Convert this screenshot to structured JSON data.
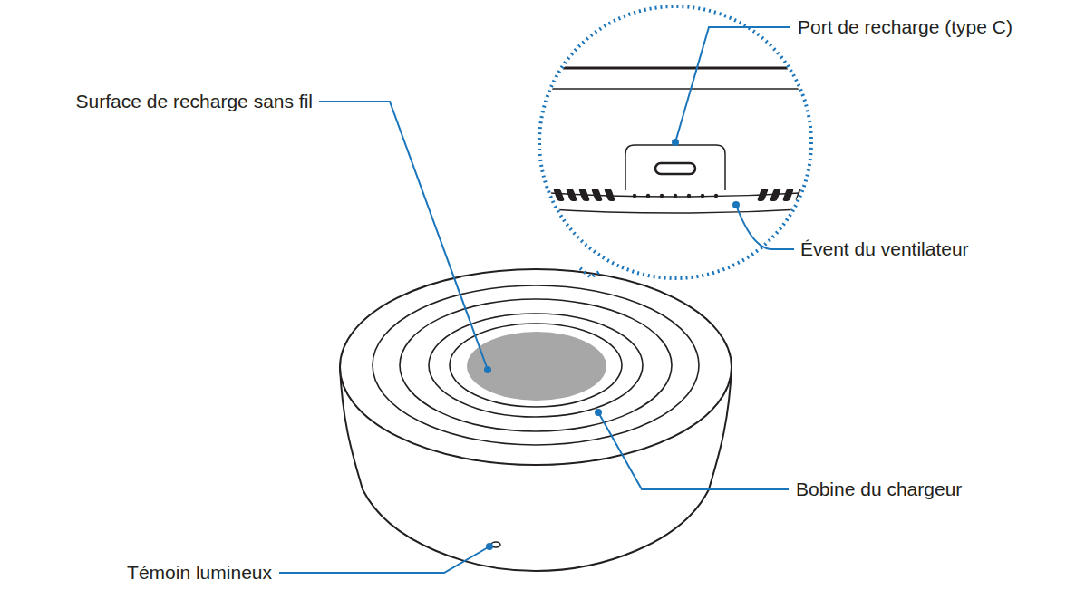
{
  "diagram": {
    "labels": [
      "Port de recharge (type C)",
      "Évent du ventilateur",
      "Surface de recharge sans fil",
      "Bobine du chargeur",
      "Témoin lumineux"
    ]
  }
}
